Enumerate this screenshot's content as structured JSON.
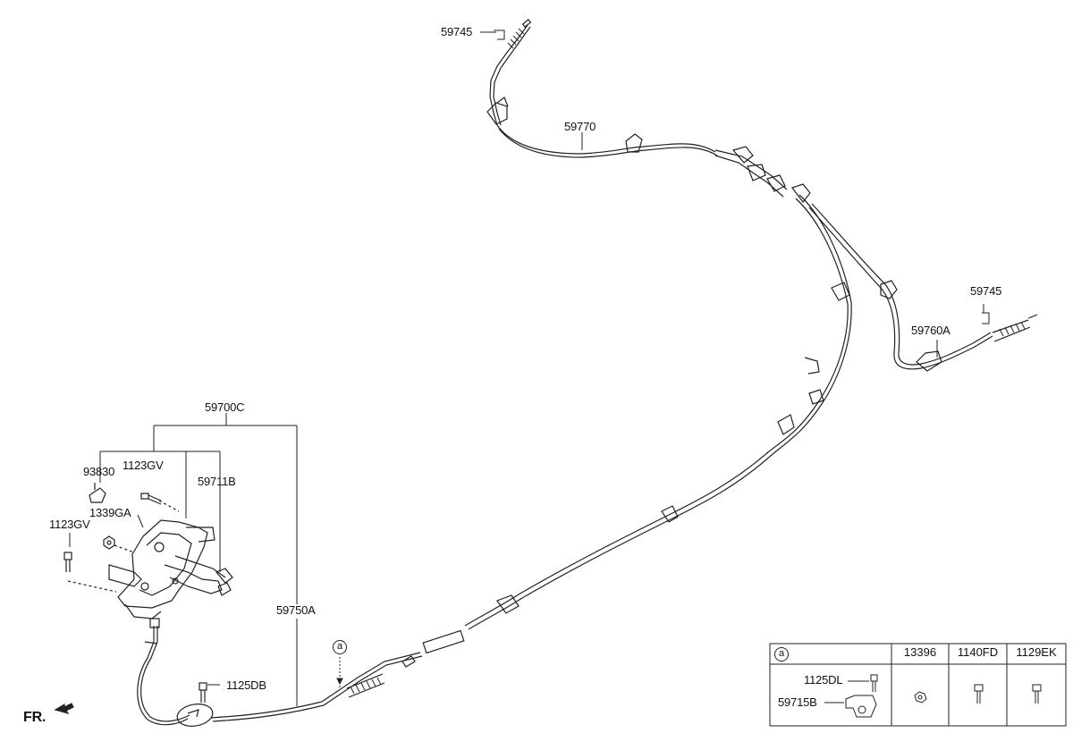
{
  "parts": {
    "p59745_top": "59745",
    "p59770": "59770",
    "p59745_right": "59745",
    "p59760A": "59760A",
    "p59700C": "59700C",
    "p93830": "93830",
    "p1123GV_a": "1123GV",
    "p59711B": "59711B",
    "p1339GA": "1339GA",
    "p1123GV_b": "1123GV",
    "p59750A": "59750A",
    "p1125DB": "1125DB"
  },
  "callout": {
    "letter": "a"
  },
  "front_indicator": "FR.",
  "legend_table": {
    "ref": "a",
    "columns": [
      "13396",
      "1140FD",
      "1129EK"
    ],
    "row_labels": [
      "1125DL",
      "59715B"
    ]
  },
  "colors": {
    "line": "#222222",
    "background": "#ffffff"
  }
}
